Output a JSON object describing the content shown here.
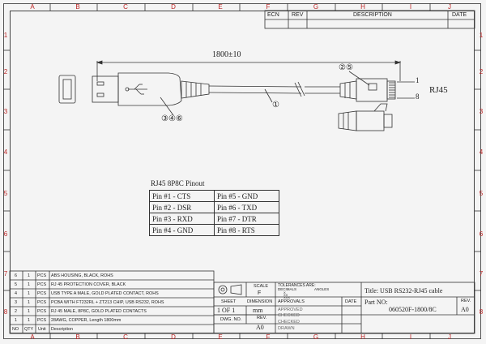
{
  "border_columns": [
    "A",
    "B",
    "C",
    "D",
    "E",
    "F",
    "G",
    "H",
    "I",
    "J"
  ],
  "border_rows": [
    "1",
    "2",
    "3",
    "4",
    "5",
    "6",
    "7",
    "8"
  ],
  "revision_block": {
    "ecn": "ECN",
    "rev": "REV",
    "description": "DESCRIPTION",
    "date": "DATE"
  },
  "drawing": {
    "length": "1800±10",
    "callout_cable": "①",
    "callout_usb": "③④⑥",
    "callout_rj45": "②⑤",
    "pin_1": "1",
    "pin_8": "8",
    "rj45_label": "RJ45"
  },
  "pinout": {
    "title": "RJ45 8P8C Pinout",
    "rows": [
      [
        "Pin #1 - CTS",
        "Pin #5 - GND"
      ],
      [
        "Pin #2 - DSR",
        "Pin #6 - TXD"
      ],
      [
        "Pin #3 - RXD",
        "Pin #7 - DTR"
      ],
      [
        "Pin #4 - GND",
        "Pin #8 - RTS"
      ]
    ]
  },
  "bom": {
    "rows": [
      {
        "no": "6",
        "qty": "1",
        "unit": "PCS",
        "desc": "ABS HOUSING, BLACK, ROHS"
      },
      {
        "no": "5",
        "qty": "1",
        "unit": "PCS",
        "desc": "RJ 45 PROTECTION COVER, BLACK"
      },
      {
        "no": "4",
        "qty": "1",
        "unit": "PCS",
        "desc": "USB TYPE A MALE, GOLD PLATED CONTACT, ROHS"
      },
      {
        "no": "3",
        "qty": "1",
        "unit": "PCS",
        "desc": "PCBA WITH FT232RL + ZT213 CHIP, USB RS232, ROHS"
      },
      {
        "no": "2",
        "qty": "1",
        "unit": "PCS",
        "desc": "RJ 45 MALE, 8P8C, GOLD PLATED CONTACTS"
      },
      {
        "no": "1",
        "qty": "1",
        "unit": "PCS",
        "desc": "28AWG, COPPER, Length 1800mm"
      }
    ],
    "header": {
      "no": "NO",
      "qty": "QTY",
      "unit": "Unit",
      "desc": "Description"
    }
  },
  "title_block": {
    "scale_label": "SCALE",
    "scale_value": "F",
    "tolerances_label": "TOLERANCES ARE:",
    "tol_decimals": "DECIMALS",
    "tol_angles": "ANGLES",
    "tol_x": "X",
    "tol_xx": "XX",
    "tol_xxx": "XXX",
    "approvals": "APPROVALS",
    "date": "DATE",
    "approved": "APPROVED",
    "checked1": "CHECKED",
    "checked2": "CHECKED",
    "drawn": "DRAWN",
    "sheet_label": "SHEET",
    "sheet_value": "1 OF 1",
    "dimension_label": "DIMENSION",
    "dimension_value": "mm",
    "dwg_no_label": "DWG. NO.",
    "rev_label": "REV.",
    "rev_value": "A0",
    "title": "Title: USB RS232-RJ45 cable",
    "part_no_label": "Part NO:",
    "part_no": "060520F-1800/8C",
    "rev2_label": "REV.",
    "rev2_value": "A0"
  }
}
